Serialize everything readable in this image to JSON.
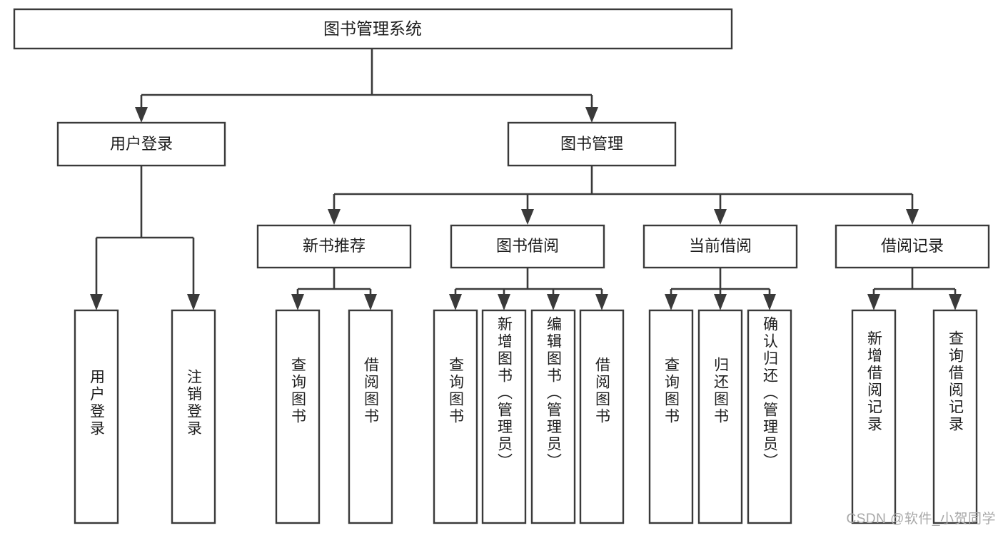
{
  "diagram": {
    "title": "图书管理系统",
    "type": "tree-hierarchy",
    "watermark": "CSDN @软件_小贺同学",
    "colors": {
      "stroke": "#3a3a3a",
      "fill": "#ffffff",
      "text": "#1d1d1d",
      "watermark": "#a8a8a8"
    },
    "root": {
      "label": "图书管理系统"
    },
    "level2": [
      {
        "label": "用户登录"
      },
      {
        "label": "图书管理"
      }
    ],
    "level3": [
      {
        "label": "新书推荐"
      },
      {
        "label": "图书借阅"
      },
      {
        "label": "当前借阅"
      },
      {
        "label": "借阅记录"
      }
    ],
    "leaves": {
      "user_login": [
        {
          "label": "用户登录"
        },
        {
          "label": "注销登录"
        }
      ],
      "new_book_recommend": [
        {
          "label": "查询图书"
        },
        {
          "label": "借阅图书"
        }
      ],
      "book_borrow": [
        {
          "label": "查询图书"
        },
        {
          "label": "新增图书（管理员）"
        },
        {
          "label": "编辑图书（管理员）"
        },
        {
          "label": "借阅图书"
        }
      ],
      "current_borrow": [
        {
          "label": "查询图书"
        },
        {
          "label": "归还图书"
        },
        {
          "label": "确认归还（管理员）"
        }
      ],
      "borrow_record": [
        {
          "label": "新增借阅记录"
        },
        {
          "label": "查询借阅记录"
        }
      ]
    }
  }
}
